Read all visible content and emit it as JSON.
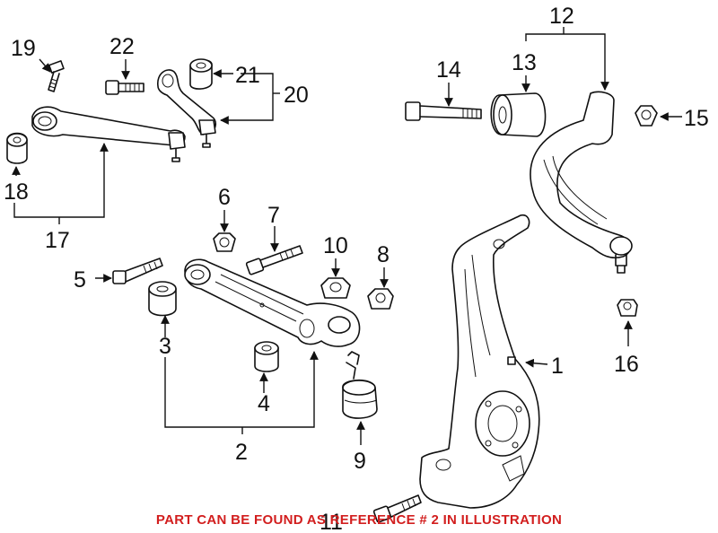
{
  "callouts": {
    "c1": "1",
    "c2": "2",
    "c3": "3",
    "c4": "4",
    "c5": "5",
    "c6": "6",
    "c7": "7",
    "c8": "8",
    "c9": "9",
    "c10": "10",
    "c11": "11",
    "c12": "12",
    "c13": "13",
    "c14": "14",
    "c15": "15",
    "c16": "16",
    "c17": "17",
    "c18": "18",
    "c19": "19",
    "c20": "20",
    "c21": "21",
    "c22": "22"
  },
  "footer_note": "PART CAN BE FOUND AS REFERENCE # 2 IN ILLUSTRATION",
  "colors": {
    "note": "#d21e1e",
    "line": "#111111",
    "background": "#ffffff"
  }
}
